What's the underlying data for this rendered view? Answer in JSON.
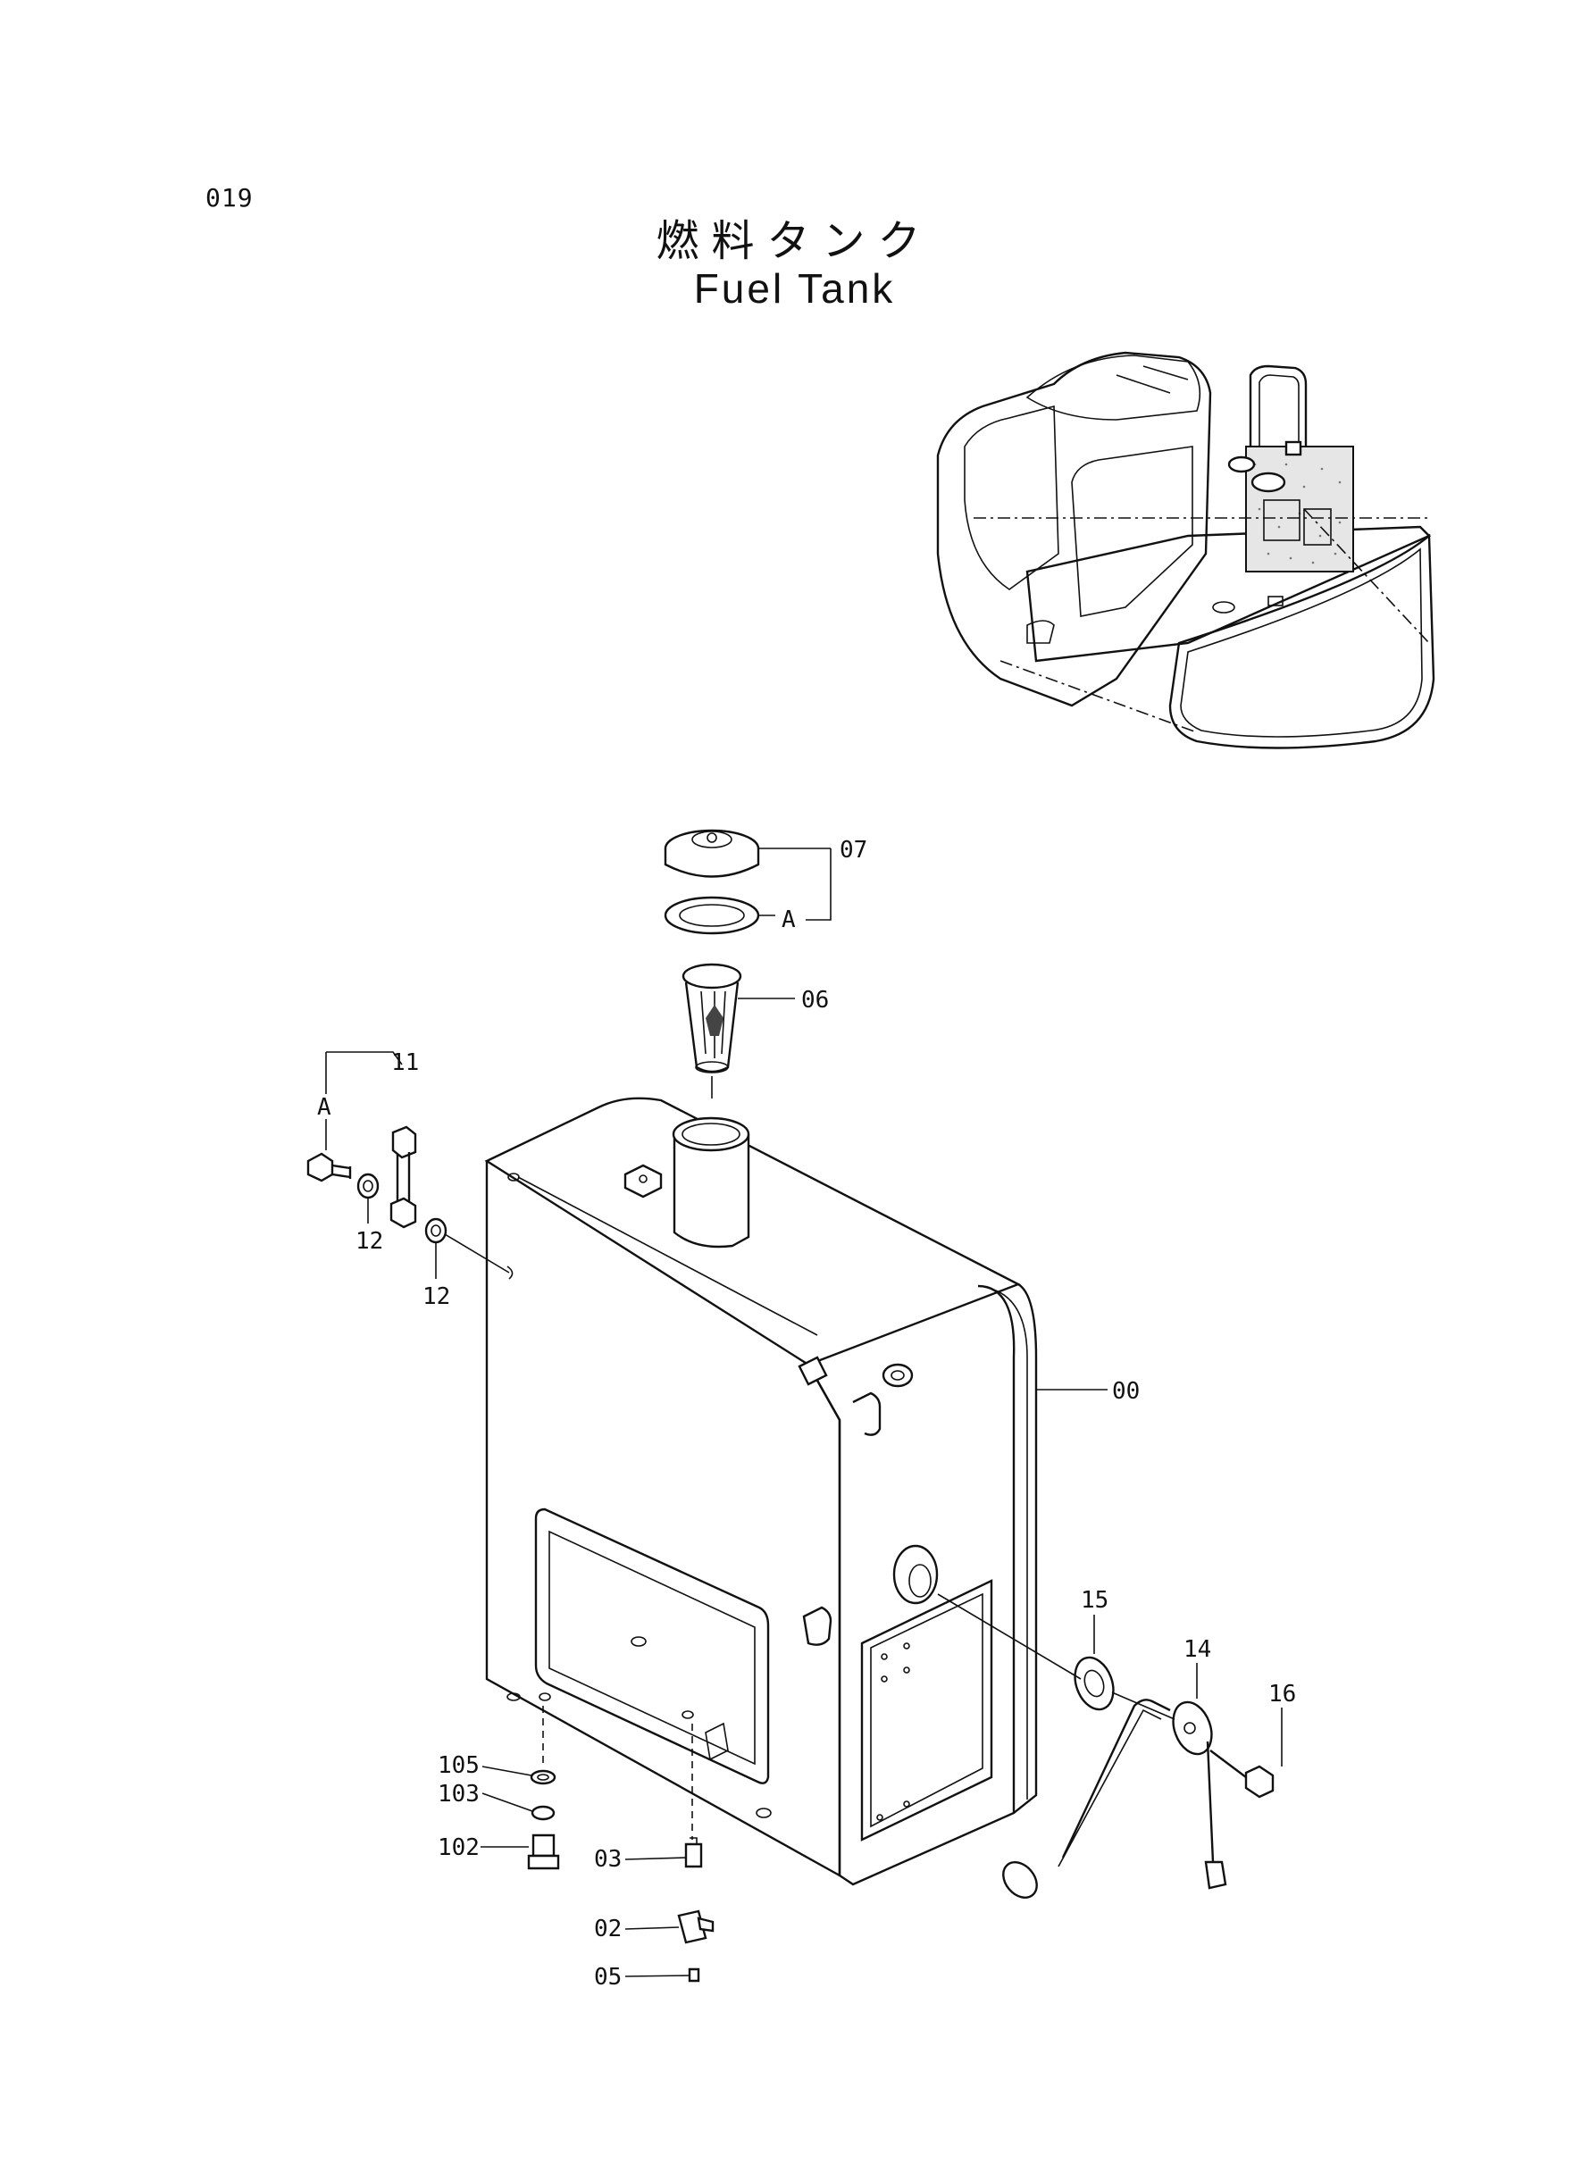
{
  "page": {
    "number": "019",
    "title_jp": "燃料タンク",
    "title_en": "Fuel Tank"
  },
  "callouts": {
    "c07": "07",
    "cA1": "A",
    "c06": "06",
    "c11": "11",
    "cA2": "A",
    "c12a": "12",
    "c12b": "12",
    "c00": "00",
    "c15": "15",
    "c14": "14",
    "c16": "16",
    "c105": "105",
    "c103": "103",
    "c102": "102",
    "c03": "03",
    "c02": "02",
    "c05": "05"
  }
}
